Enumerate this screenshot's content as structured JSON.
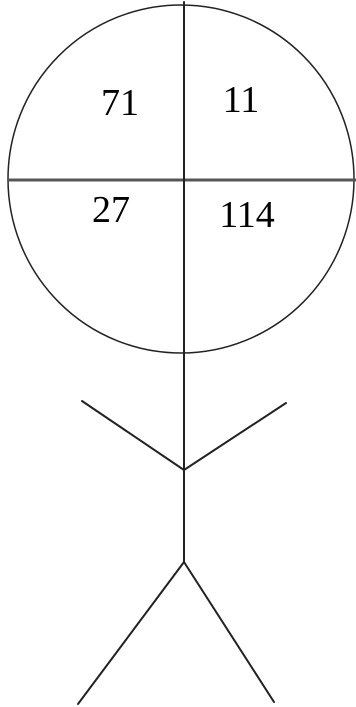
{
  "figure": {
    "quadrants": {
      "top_left": "71",
      "top_right": "11",
      "bottom_left": "27",
      "bottom_right": "114"
    }
  }
}
